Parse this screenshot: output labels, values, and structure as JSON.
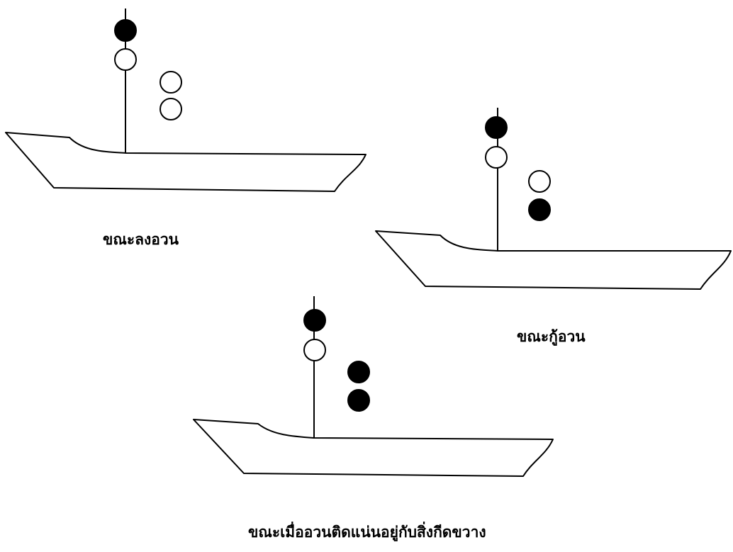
{
  "colors": {
    "ink": "#000000",
    "paper": "#ffffff"
  },
  "vessels": [
    {
      "caption": "ขณะลงอวน",
      "mast_signals": [
        "black",
        "white"
      ],
      "side_signals": [
        "white",
        "white"
      ]
    },
    {
      "caption": "ขณะกู้อวน",
      "mast_signals": [
        "black",
        "white"
      ],
      "side_signals": [
        "white",
        "black"
      ]
    },
    {
      "caption": "ขณะเมื่ออวนติดแน่นอยู่กับสิ่งกีดขวาง",
      "mast_signals": [
        "black",
        "white"
      ],
      "side_signals": [
        "black",
        "black"
      ]
    }
  ]
}
